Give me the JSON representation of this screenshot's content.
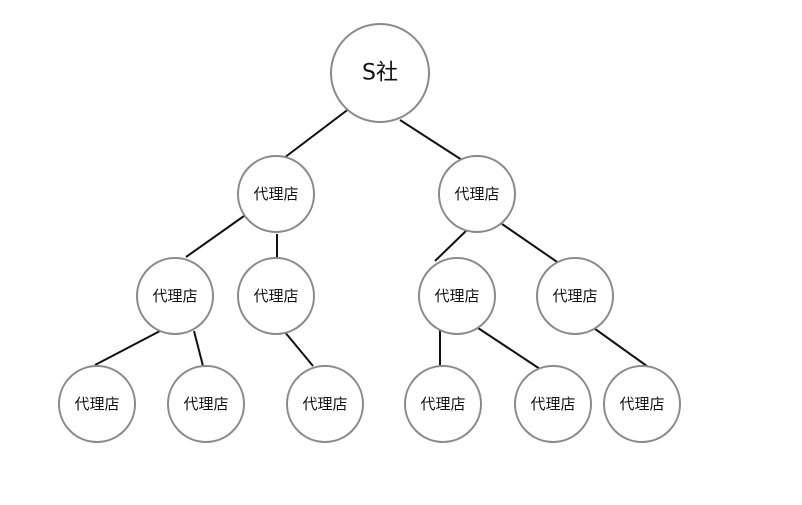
{
  "nodes": [
    {
      "id": "root",
      "label": "S社",
      "kind": "company"
    },
    {
      "id": "a1",
      "label": "代理店",
      "kind": "agency"
    },
    {
      "id": "a2",
      "label": "代理店",
      "kind": "agency"
    },
    {
      "id": "b1",
      "label": "代理店",
      "kind": "agency"
    },
    {
      "id": "b2",
      "label": "代理店",
      "kind": "agency"
    },
    {
      "id": "b3",
      "label": "代理店",
      "kind": "agency"
    },
    {
      "id": "b4",
      "label": "代理店",
      "kind": "agency"
    },
    {
      "id": "c1",
      "label": "代理店",
      "kind": "agency"
    },
    {
      "id": "c2",
      "label": "代理店",
      "kind": "agency"
    },
    {
      "id": "c3",
      "label": "代理店",
      "kind": "agency"
    },
    {
      "id": "c4",
      "label": "代理店",
      "kind": "agency"
    },
    {
      "id": "c5",
      "label": "代理店",
      "kind": "agency"
    },
    {
      "id": "c6",
      "label": "代理店",
      "kind": "agency"
    }
  ],
  "edges": [
    {
      "from": "root",
      "to": "a1"
    },
    {
      "from": "root",
      "to": "a2"
    },
    {
      "from": "a1",
      "to": "b1"
    },
    {
      "from": "a1",
      "to": "b2"
    },
    {
      "from": "a2",
      "to": "b3"
    },
    {
      "from": "a2",
      "to": "b4"
    },
    {
      "from": "b1",
      "to": "c1"
    },
    {
      "from": "b1",
      "to": "c2"
    },
    {
      "from": "b2",
      "to": "c3"
    },
    {
      "from": "b3",
      "to": "c4"
    },
    {
      "from": "b3",
      "to": "c5"
    },
    {
      "from": "b4",
      "to": "c6"
    }
  ],
  "colors": {
    "node_stroke": "#8a8a8a",
    "edge": "#111111",
    "background": "#ffffff"
  }
}
